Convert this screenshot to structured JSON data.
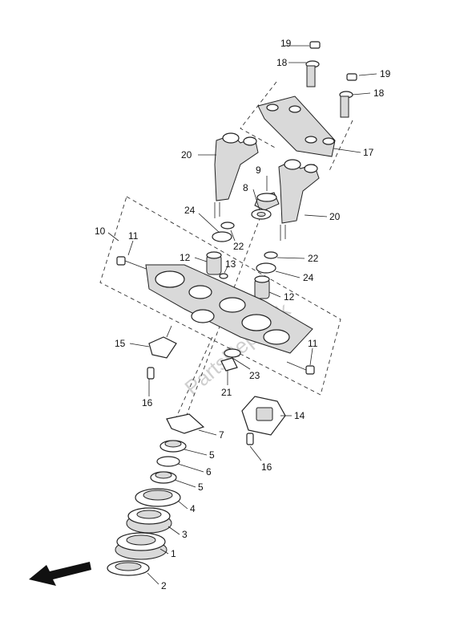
{
  "diagram": {
    "watermark": "PartsRepublik",
    "callouts": {
      "c19a": "19",
      "c18a": "18",
      "c19b": "19",
      "c18b": "18",
      "c17": "17",
      "c20a": "20",
      "c9": "9",
      "c8": "8",
      "c20b": "20",
      "c24a": "24",
      "c22a": "22",
      "c10": "10",
      "c11a": "11",
      "c12a": "12",
      "c13": "13",
      "c22b": "22",
      "c24b": "24",
      "c12b": "12",
      "c15": "15",
      "c11b": "11",
      "c23": "23",
      "c16a": "16",
      "c21": "21",
      "c14": "14",
      "c7": "7",
      "c5a": "5",
      "c6": "6",
      "c5b": "5",
      "c16b": "16",
      "c4": "4",
      "c3": "3",
      "c1": "1",
      "c2": "2"
    }
  }
}
